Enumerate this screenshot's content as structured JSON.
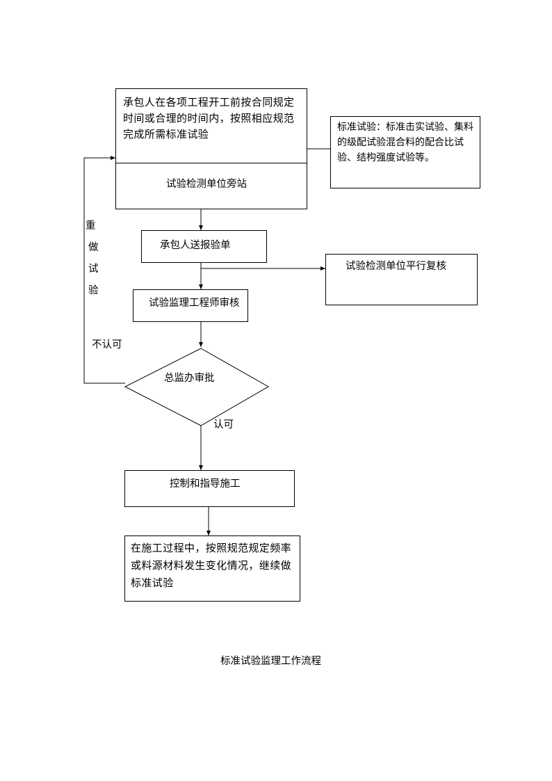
{
  "flow": {
    "box1_text": "承包人在各项工程开工前按合同规定时间或合理的时间内，按照相应规范完成所需标准试验",
    "box1_sub": "试验检测单位旁站",
    "side_note": "标准试验：标准击实试验、集料的级配试验混合料的配合比试验、结构强度试验等。",
    "step2": "承包人送报验单",
    "side_check": "试验检测单位平行复核",
    "step3": "试验监理工程师审核",
    "decision": "总监办审批",
    "redo": [
      "重",
      "做",
      "试",
      "验"
    ],
    "reject_label": "不认可",
    "approve_label": "认可",
    "step4": "控制和指导施工",
    "step5": "在施工过程中，按照规范规定频率或料源材料发生变化情况，继续做标准试验"
  },
  "caption": "标准试验监理工作流程"
}
